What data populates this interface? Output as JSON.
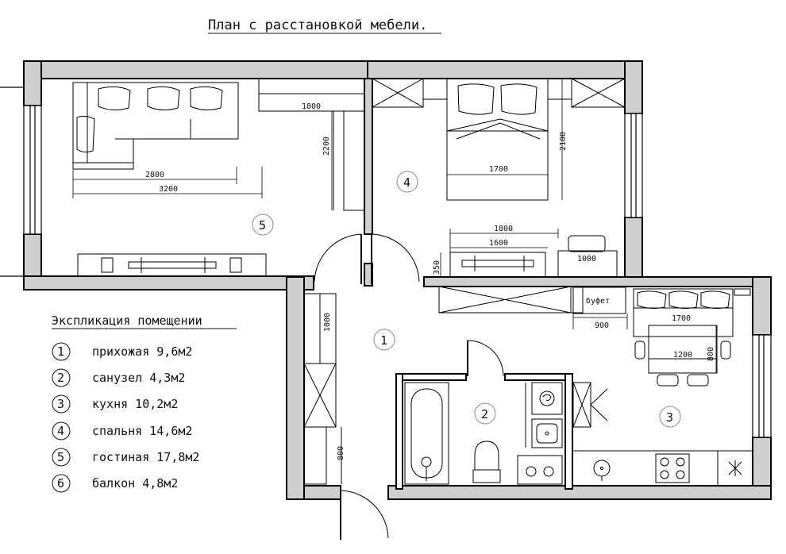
{
  "title": "План с расстановкой мебели.",
  "legend": {
    "heading": "Экспликация помещении",
    "items": [
      {
        "num": "1",
        "text": "прихожая  9,6м2"
      },
      {
        "num": "2",
        "text": "санузел  4,3м2"
      },
      {
        "num": "3",
        "text": "кухня  10,2м2"
      },
      {
        "num": "4",
        "text": "спальня  14,6м2"
      },
      {
        "num": "5",
        "text": "гостиная  17,8м2"
      },
      {
        "num": "6",
        "text": "балкон  4,8м2"
      }
    ]
  },
  "room_markers": {
    "hall": "1",
    "bathroom": "2",
    "kitchen": "3",
    "bedroom": "4",
    "living": "5"
  },
  "dimensions": {
    "living_shelf": "1800",
    "living_shelf_depth": "2200",
    "sofa_inner": "2800",
    "sofa_outer": "3200",
    "bed_width": "1700",
    "bed_length": "2100",
    "bedroom_unit_outer": "1800",
    "bedroom_unit_inner": "1600",
    "bedroom_unit_depth": "350",
    "desk": "1000",
    "hall_cabinet_top": "1000",
    "hall_cabinet_bottom": "800",
    "buffet": "900",
    "kitchen_sofa": "1700",
    "table_length": "1200",
    "table_width": "800"
  },
  "labels": {
    "buffet": "буфет"
  }
}
